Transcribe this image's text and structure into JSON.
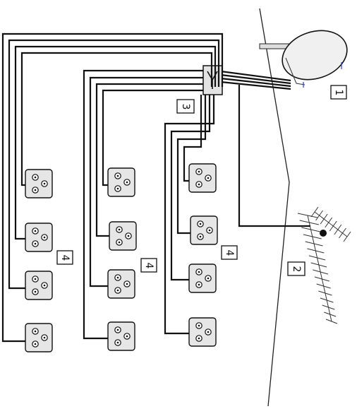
{
  "labels": {
    "dish": "1",
    "terrestrial_antenna": "2",
    "multiswitch": "3",
    "outlets_group_a": "4",
    "outlets_group_b": "4",
    "outlets_group_c": "4"
  }
}
